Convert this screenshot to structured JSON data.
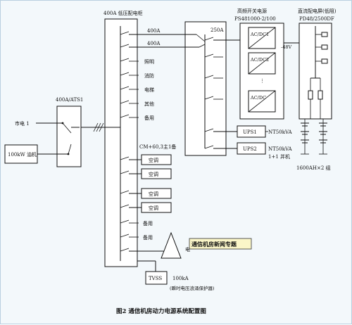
{
  "title_panel": "400A 低压配电柜",
  "ats_label": "400A/ATS1",
  "city_power": "市电 1",
  "generator": "100kW 油机",
  "feeders": [
    {
      "label": "400A"
    },
    {
      "label": "400A"
    },
    {
      "label": "照明"
    },
    {
      "label": "消防"
    },
    {
      "label": "电梯"
    },
    {
      "label": "其他"
    },
    {
      "label": "备用"
    }
  ],
  "cm_label": "CM+60,3主1备",
  "ac_rows": [
    {
      "label": "空调"
    },
    {
      "label": "空调"
    },
    {
      "label": "空调"
    },
    {
      "label": "空调"
    },
    {
      "label": "备用"
    },
    {
      "label": "备用"
    }
  ],
  "branch_label": "250A",
  "rectifier": {
    "title": "高频开关电源",
    "model": "PS481000-2/100",
    "modules": [
      "AC/DC1",
      "AC/DC2",
      "AC/DC"
    ],
    "voltage": "-48V"
  },
  "dc_panel": {
    "title": "直流配电屏(低阻)",
    "model": "PD48/2500DF"
  },
  "battery": "1600AH×2 组",
  "ups": [
    {
      "name": "UPS1",
      "rating": "NT50kVA"
    },
    {
      "name": "UPS2",
      "rating": "NT50kVA",
      "note": "1+1 并机"
    }
  ],
  "tvss": {
    "name": "TVSS",
    "rating": "100kA",
    "note": "(瞬时电压浪涌保护器)",
    "partial": "电"
  },
  "tooltip": "通信机房新闻专题",
  "caption": "图2   通信机房动力电源系统配置图"
}
